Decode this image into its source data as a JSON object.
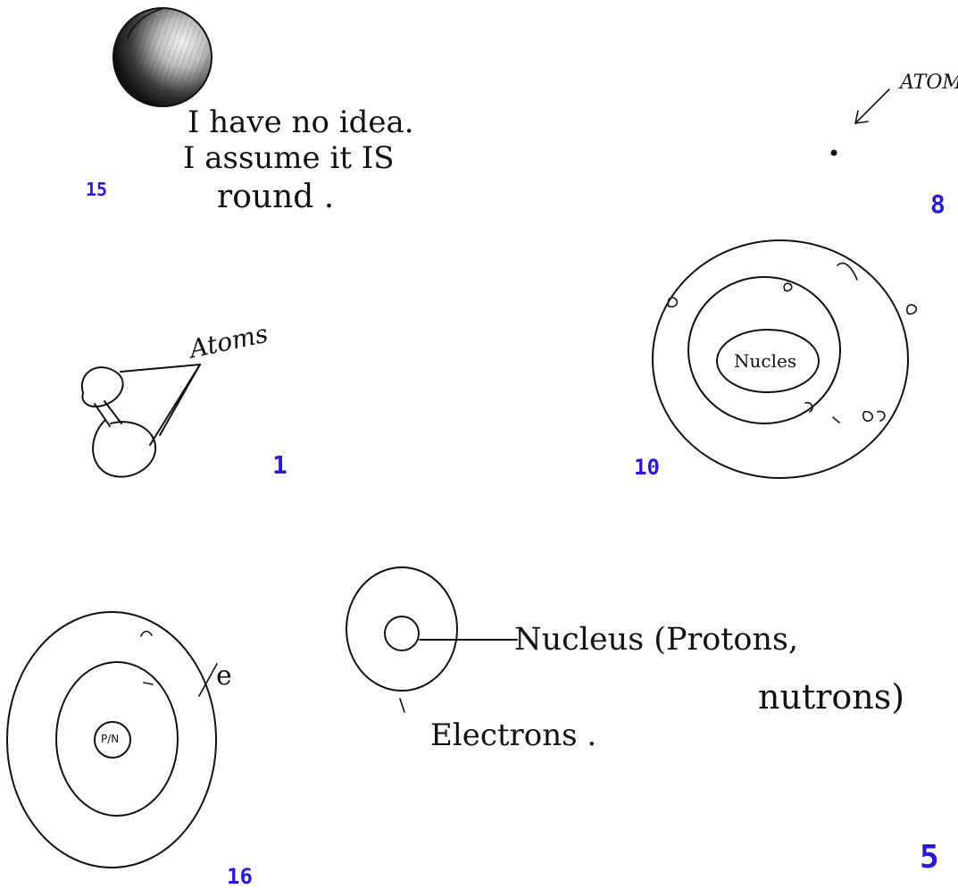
{
  "colors": {
    "ink": "#111111",
    "number_blue": "#2a1ad6",
    "background": "#ffffff"
  },
  "drawings": [
    {
      "id": "15",
      "number": "15",
      "lines": [
        "I have no idea.",
        "I assume it IS",
        "round ."
      ]
    },
    {
      "id": "8",
      "number": "8",
      "label": "ATOM"
    },
    {
      "id": "1",
      "number": "1",
      "label": "Atoms"
    },
    {
      "id": "10",
      "number": "10",
      "label": "Nucles"
    },
    {
      "id": "16",
      "number": "16",
      "labels": {
        "electron": "e",
        "nucleus": "P/N"
      }
    },
    {
      "id": "5",
      "number": "5",
      "labels": {
        "nucleus_line1": "Nucleus (Protons,",
        "nucleus_line2": "nutrons)",
        "electrons": "Electrons ."
      }
    }
  ]
}
